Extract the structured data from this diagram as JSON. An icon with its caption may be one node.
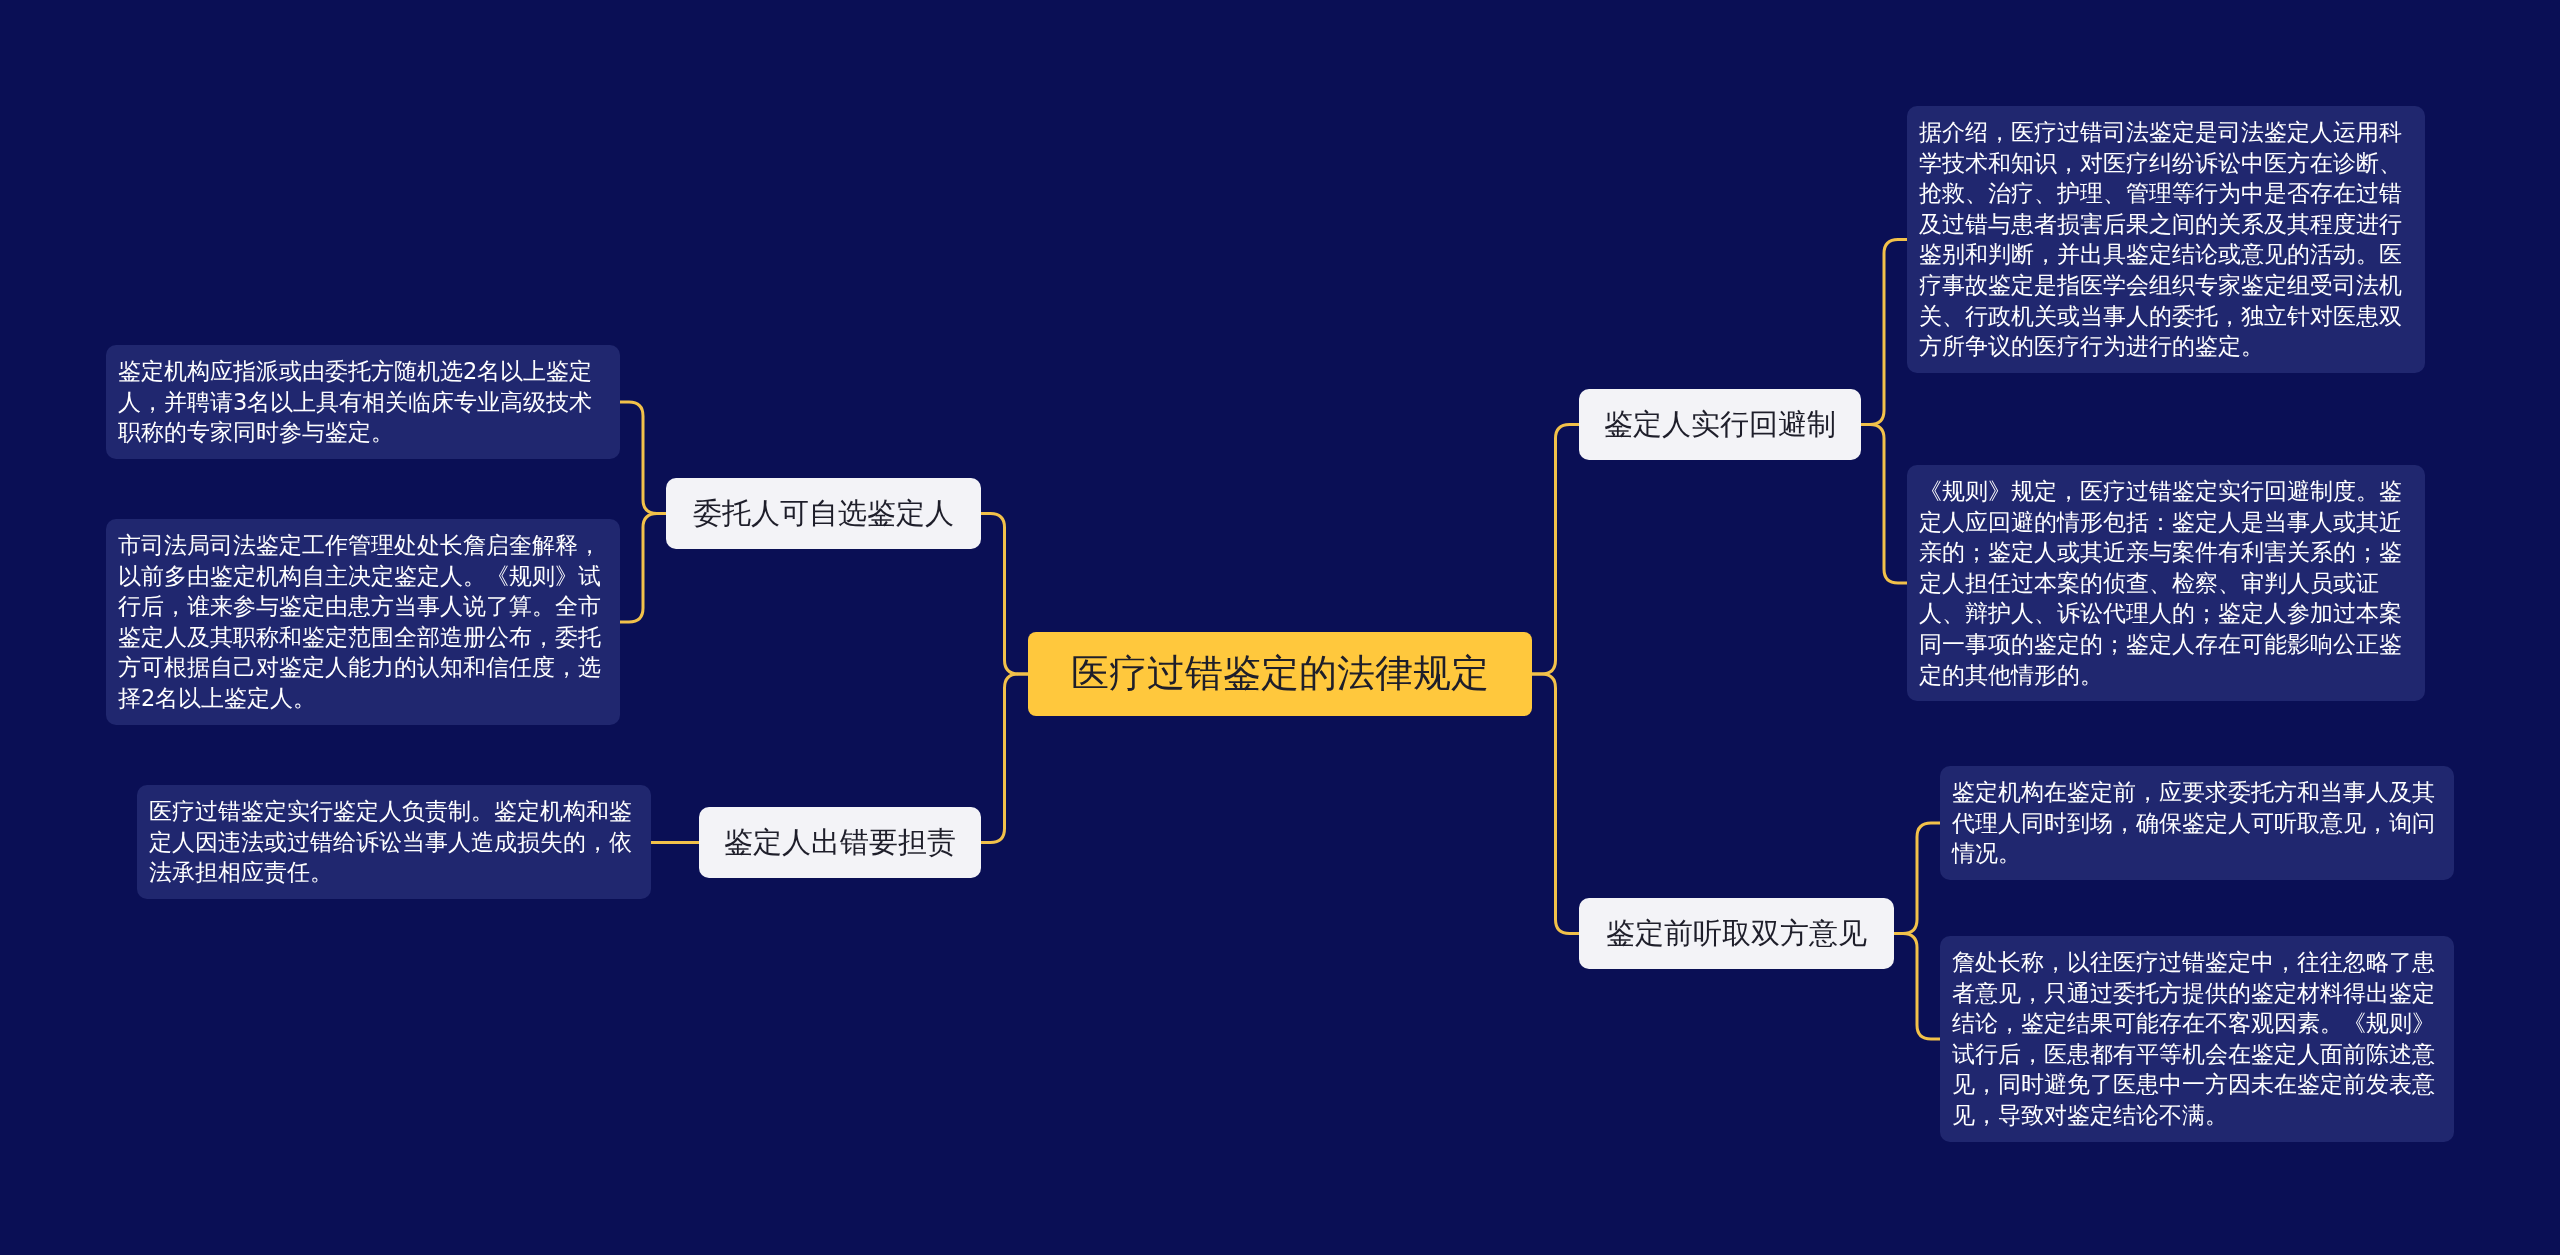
{
  "diagram": {
    "nodes": [
      {
        "text": [
          "医疗过错鉴定的法律规定"
        ]
      },
      {
        "text": [
          "委托人可自选鉴定人"
        ]
      },
      {
        "text": [
          "鉴定机构应指派或由委托方随机选2名以上鉴定人，并聘请3名以上具有相关临床专业高级技术职称的专家同时参与鉴定。"
        ]
      },
      {
        "text": [
          "市司法局司法鉴定工作管理处处长詹启奎解释，以前多由鉴定机构自主决定鉴定人。《规则》试行后，谁来参与鉴定由患方当事人说了算。全市鉴定人及其职称和鉴定范围全部造册公布，委托方可根据自己对鉴定人能力的认知和信任度，选择2名以上鉴定人。"
        ]
      },
      {
        "text": [
          "鉴定人出错要担责"
        ]
      },
      {
        "text": [
          "医疗过错鉴定实行鉴定人负责制。鉴定机构和鉴定人因违法或过错给诉讼当事人造成损失的，依法承担相应责任。"
        ]
      },
      {
        "text": [
          "鉴定人实行回避制"
        ]
      },
      {
        "text": [
          "据介绍，医疗过错司法鉴定是司法鉴定人运用科学技术和知识，对医疗纠纷诉讼中医方在诊断、抢救、治疗、护理、管理等行为中是否存在过错及过错与患者损害后果之间的关系及其程度进行鉴别和判断，并出具鉴定结论或意见的活动。医疗事故鉴定是指医学会组织专家鉴定组受司法机关、行政机关或当事人的委托，独立针对医患双方所争议的医疗行为进行的鉴定。"
        ]
      },
      {
        "text": [
          "《规则》规定，医疗过错鉴定实行回避制度。鉴定人应回避的情形包括：鉴定人是当事人或其近亲的；鉴定人或其近亲与案件有利害关系的；鉴定人担任过本案的侦查、检察、审判人员或证人、辩护人、诉讼代理人的；鉴定人参加过本案同一事项的鉴定的；鉴定人存在可能影响公正鉴定的其他情形的。"
        ]
      },
      {
        "text": [
          "鉴定前听取双方意见"
        ]
      },
      {
        "text": [
          "鉴定机构在鉴定前，应要求委托方和当事人及其代理人同时到场，确保鉴定人可听取意见，询问情况。"
        ]
      },
      {
        "text": [
          "詹处长称，以往医疗过错鉴定中，往往忽略了患者意见，只通过委托方提供的鉴定材料得出鉴定结论，鉴定结果可能存在不客观因素。《规则》试行后，医患都有平等机会在鉴定人面前陈述意见，同时避免了医患中一方因未在鉴定前发表意见，导致对鉴定结论不满。"
        ]
      }
    ],
    "edges": [
      {
        "from": 0,
        "to": 1,
        "arrow": "none"
      },
      {
        "from": 1,
        "to": 2,
        "arrow": "none"
      },
      {
        "from": 1,
        "to": 3,
        "arrow": "none"
      },
      {
        "from": 0,
        "to": 4,
        "arrow": "none"
      },
      {
        "from": 4,
        "to": 5,
        "arrow": "none"
      },
      {
        "from": 0,
        "to": 6,
        "arrow": "none"
      },
      {
        "from": 6,
        "to": 7,
        "arrow": "none"
      },
      {
        "from": 6,
        "to": 8,
        "arrow": "none"
      },
      {
        "from": 0,
        "to": 9,
        "arrow": "none"
      },
      {
        "from": 9,
        "to": 10,
        "arrow": "none"
      },
      {
        "from": 9,
        "to": 11,
        "arrow": "none"
      }
    ]
  }
}
